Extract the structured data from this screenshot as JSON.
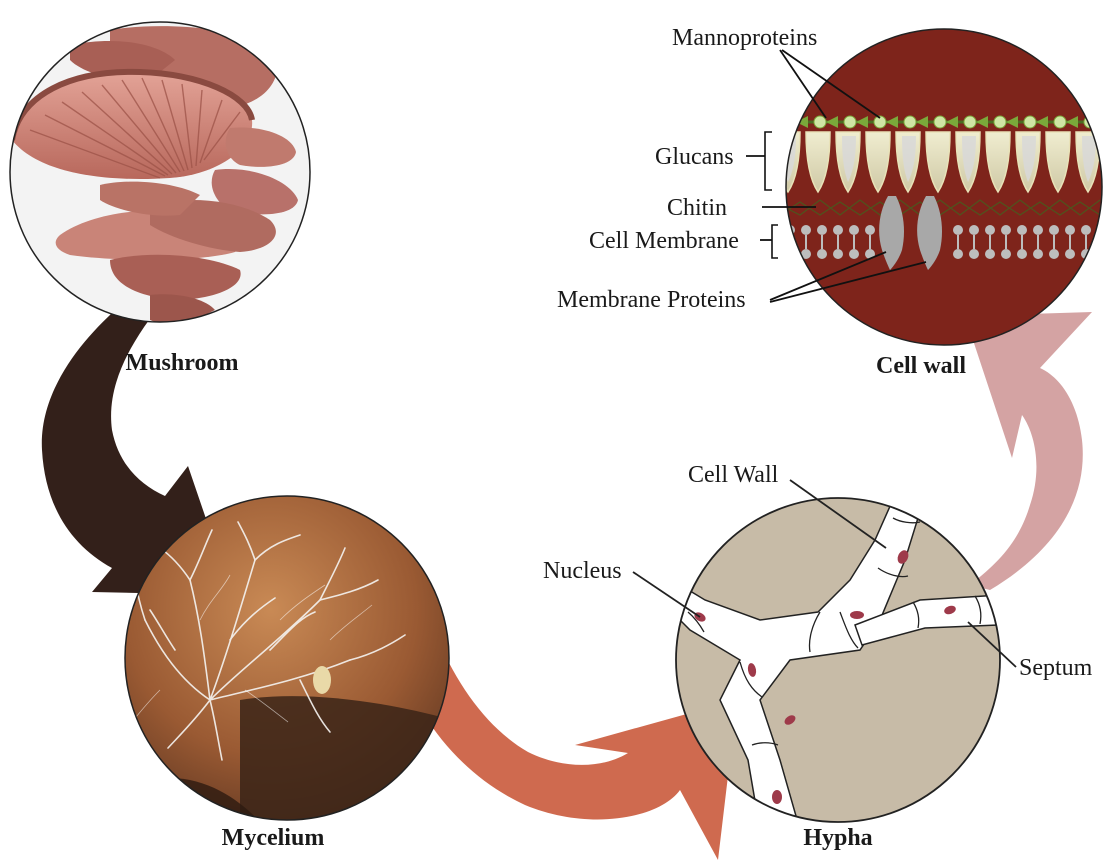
{
  "captions": {
    "mushroom": "Mushroom",
    "mycelium": "Mycelium",
    "hypha": "Hypha",
    "cell_wall": "Cell wall"
  },
  "cell_wall_labels": {
    "mannoproteins": "Mannoproteins",
    "glucans": "Glucans",
    "chitin": "Chitin",
    "cell_membrane": "Cell Membrane",
    "membrane_proteins": "Membrane Proteins"
  },
  "hypha_labels": {
    "cell_wall": "Cell Wall",
    "nucleus": "Nucleus",
    "septum": "Septum"
  },
  "colors": {
    "arrow_mushroom_to_mycelium": "#33201a",
    "arrow_mycelium_to_hypha": "#cf6a4f",
    "arrow_hypha_to_cellwall": "#d4a3a3",
    "cell_wall_background": "#7e241b",
    "hypha_background": "#c7bba7",
    "mushroom_flesh": "#c27a6f",
    "mycelium_substrate": "#a8643a"
  }
}
